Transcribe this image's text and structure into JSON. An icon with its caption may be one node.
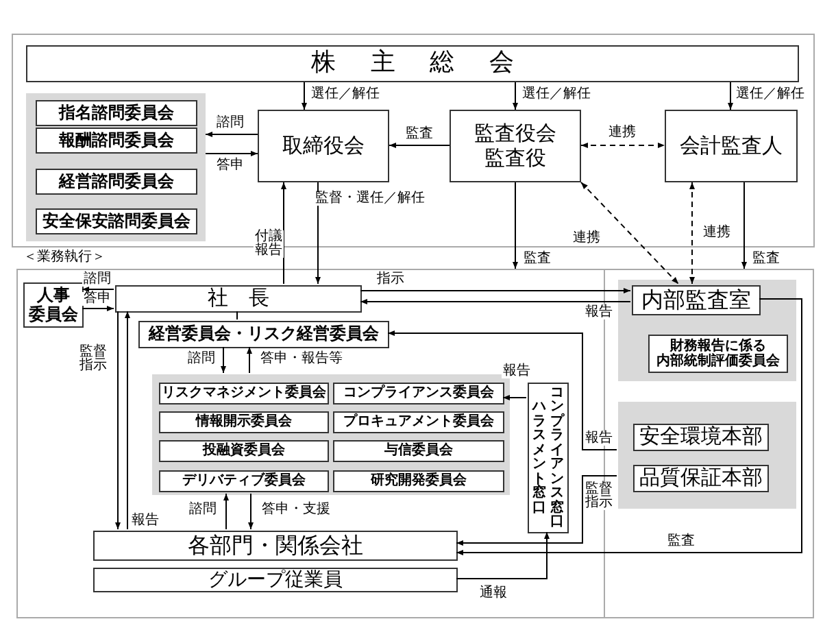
{
  "diagram": {
    "nodes": [
      {
        "text": [
          "株主総会"
        ]
      },
      {
        "text": [],
        "shape": "box"
      },
      {
        "text": [
          "指名諮問委員会"
        ],
        "in": 1
      },
      {
        "text": [
          "報酬諮問委員会"
        ],
        "in": 1
      },
      {
        "text": [
          "経営諮問委員会"
        ],
        "in": 1
      },
      {
        "text": [
          "安全保安諮問委員会"
        ],
        "in": 1
      },
      {
        "text": [
          "取締役会"
        ]
      },
      {
        "text": [
          "監査役会",
          "監査役"
        ]
      },
      {
        "text": [
          "会計監査人"
        ]
      },
      {
        "text": [
          "＜業務執行＞"
        ]
      },
      {
        "text": [
          "人事",
          "委員会"
        ],
        "in": 9
      },
      {
        "text": [
          "社長"
        ],
        "in": 9
      },
      {
        "text": [
          "経営委員会・リスク経営委員会"
        ],
        "in": 9
      },
      {
        "text": [],
        "shape": "box",
        "in": 9
      },
      {
        "text": [
          "リスクマネジメント委員会"
        ],
        "in": 13
      },
      {
        "text": [
          "コンプライアンス委員会"
        ],
        "in": 13
      },
      {
        "text": [
          "情報開示委員会"
        ],
        "in": 13
      },
      {
        "text": [
          "プロキュアメント委員会"
        ],
        "in": 13
      },
      {
        "text": [
          "投融資委員会"
        ],
        "in": 13
      },
      {
        "text": [
          "与信委員会"
        ],
        "in": 13
      },
      {
        "text": [
          "デリバティブ委員会"
        ],
        "in": 13
      },
      {
        "text": [
          "研究開発委員会"
        ],
        "in": 13
      },
      {
        "text": [
          "ハラスメント窓口",
          "コンプライアンス窓口"
        ],
        "in": 9
      },
      {
        "text": [],
        "shape": "box",
        "in": 9
      },
      {
        "text": [
          "内部監査室"
        ],
        "in": 23
      },
      {
        "text": [
          "財務報告に係る",
          "内部統制評価委員会"
        ],
        "in": 23
      },
      {
        "text": [],
        "shape": "box",
        "in": 9
      },
      {
        "text": [
          "安全環境本部"
        ],
        "in": 26
      },
      {
        "text": [
          "品質保証本部"
        ],
        "in": 26
      },
      {
        "text": [
          "各部門・関係会社"
        ],
        "in": 9
      },
      {
        "text": [
          "グループ従業員"
        ],
        "in": 9
      }
    ],
    "edges": [
      {
        "from": 0,
        "to": 6,
        "arrow": "to",
        "label": "選任／解任"
      },
      {
        "from": 0,
        "to": 7,
        "arrow": "to",
        "label": "選任／解任"
      },
      {
        "from": 0,
        "to": 8,
        "arrow": "to",
        "label": "選任／解任"
      },
      {
        "from": 6,
        "to": 1,
        "arrow": "to",
        "label": "諮問"
      },
      {
        "from": 1,
        "to": 6,
        "arrow": "to",
        "label": "答申"
      },
      {
        "from": 7,
        "to": 6,
        "arrow": "to",
        "label": "監査"
      },
      {
        "from": 7,
        "to": 8,
        "arrow": "both",
        "label": "連携",
        "style": "dashed"
      },
      {
        "from": 6,
        "to": 11,
        "arrow": "to",
        "label": "監督・選任／解任"
      },
      {
        "from": 11,
        "to": 6,
        "arrow": "to",
        "label": "付議報告"
      },
      {
        "from": 7,
        "to": 9,
        "arrow": "to",
        "label": "監査"
      },
      {
        "from": 8,
        "to": 9,
        "arrow": "to",
        "label": "監査"
      },
      {
        "from": 7,
        "to": 24,
        "arrow": "both",
        "label": "連携",
        "style": "dashed"
      },
      {
        "from": 8,
        "to": 24,
        "arrow": "both",
        "label": "連携",
        "style": "dashed"
      },
      {
        "from": 11,
        "to": 24,
        "arrow": "to",
        "label": "指示"
      },
      {
        "from": 24,
        "to": 11,
        "arrow": "to",
        "label": "報告"
      },
      {
        "from": 26,
        "to": 12,
        "arrow": "to",
        "label": "報告"
      },
      {
        "from": 26,
        "to": 29,
        "arrow": "to",
        "label": "監督指示"
      },
      {
        "from": 24,
        "to": 29,
        "arrow": "to",
        "label": "監査"
      },
      {
        "from": 12,
        "to": 13,
        "arrow": "to",
        "label": "諮問"
      },
      {
        "from": 13,
        "to": 12,
        "arrow": "to",
        "label": "答申・報告等"
      },
      {
        "from": 22,
        "to": 15,
        "arrow": "to",
        "label": "報告"
      },
      {
        "from": 29,
        "to": 13,
        "arrow": "to",
        "label": "諮問"
      },
      {
        "from": 13,
        "to": 29,
        "arrow": "to",
        "label": "答申・支援"
      },
      {
        "from": 11,
        "to": 29,
        "arrow": "to",
        "label": "監督指示"
      },
      {
        "from": 29,
        "to": 11,
        "arrow": "to",
        "label": "報告"
      },
      {
        "from": 11,
        "to": 10,
        "arrow": "to",
        "label": "諮問"
      },
      {
        "from": 10,
        "to": 11,
        "arrow": "to",
        "label": "答申"
      },
      {
        "from": 11,
        "to": 12,
        "arrow": "none"
      },
      {
        "from": 30,
        "to": 22,
        "arrow": "to",
        "label": "通報"
      }
    ]
  }
}
